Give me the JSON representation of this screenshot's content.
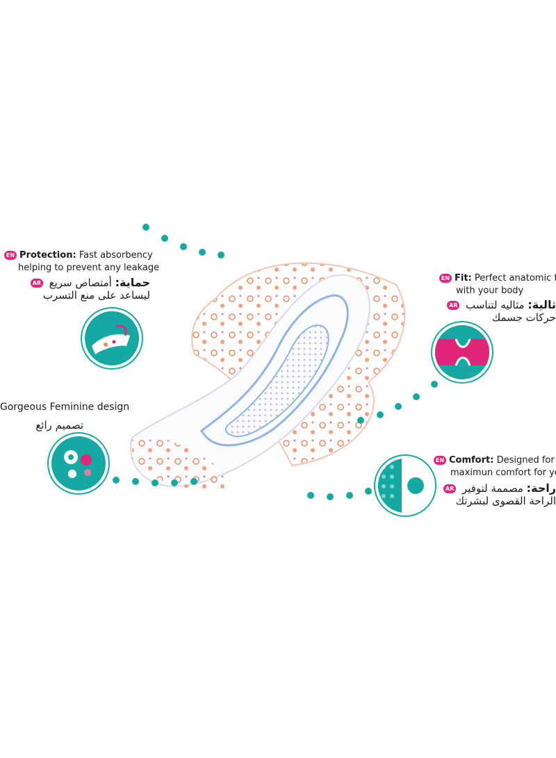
{
  "features": {
    "protection": {
      "badge_en": "EN",
      "title_en": "Protection:",
      "text_en_1": "Fast absorbency",
      "text_en_2": "helping to prevent any leakage",
      "badge_ar": "AR",
      "title_ar": "حماية:",
      "text_ar_1": "أمتصاص سريع",
      "text_ar_2": "ليساعد على منع التسرب"
    },
    "design": {
      "text_en": "Gorgeous Feminine design",
      "text_ar": "تصميم رائع"
    },
    "fit": {
      "badge_en": "EN",
      "title_en": "Fit:",
      "text_en_1": "Perfect anatomic fi",
      "text_en_2": "with your body",
      "badge_ar": "AR",
      "title_ar": "ثالية:",
      "text_ar_1": "مثاليه لتناسب",
      "text_ar_2": "حركات جسمك"
    },
    "comfort": {
      "badge_en": "EN",
      "title_en": "Comfort:",
      "text_en_1": "Designed for",
      "text_en_2": "maximun comfort for you",
      "badge_ar": "AR",
      "title_ar": "راحة:",
      "text_ar_1": "مصممة لتوفير",
      "text_ar_2": "الراحة القصوى لبشرتك"
    }
  },
  "colors": {
    "accent_teal": "#16a9a3",
    "badge_pink": "#e0257a",
    "pattern_orange": "#f08a5d",
    "pattern_blue": "#8fb3e6"
  }
}
